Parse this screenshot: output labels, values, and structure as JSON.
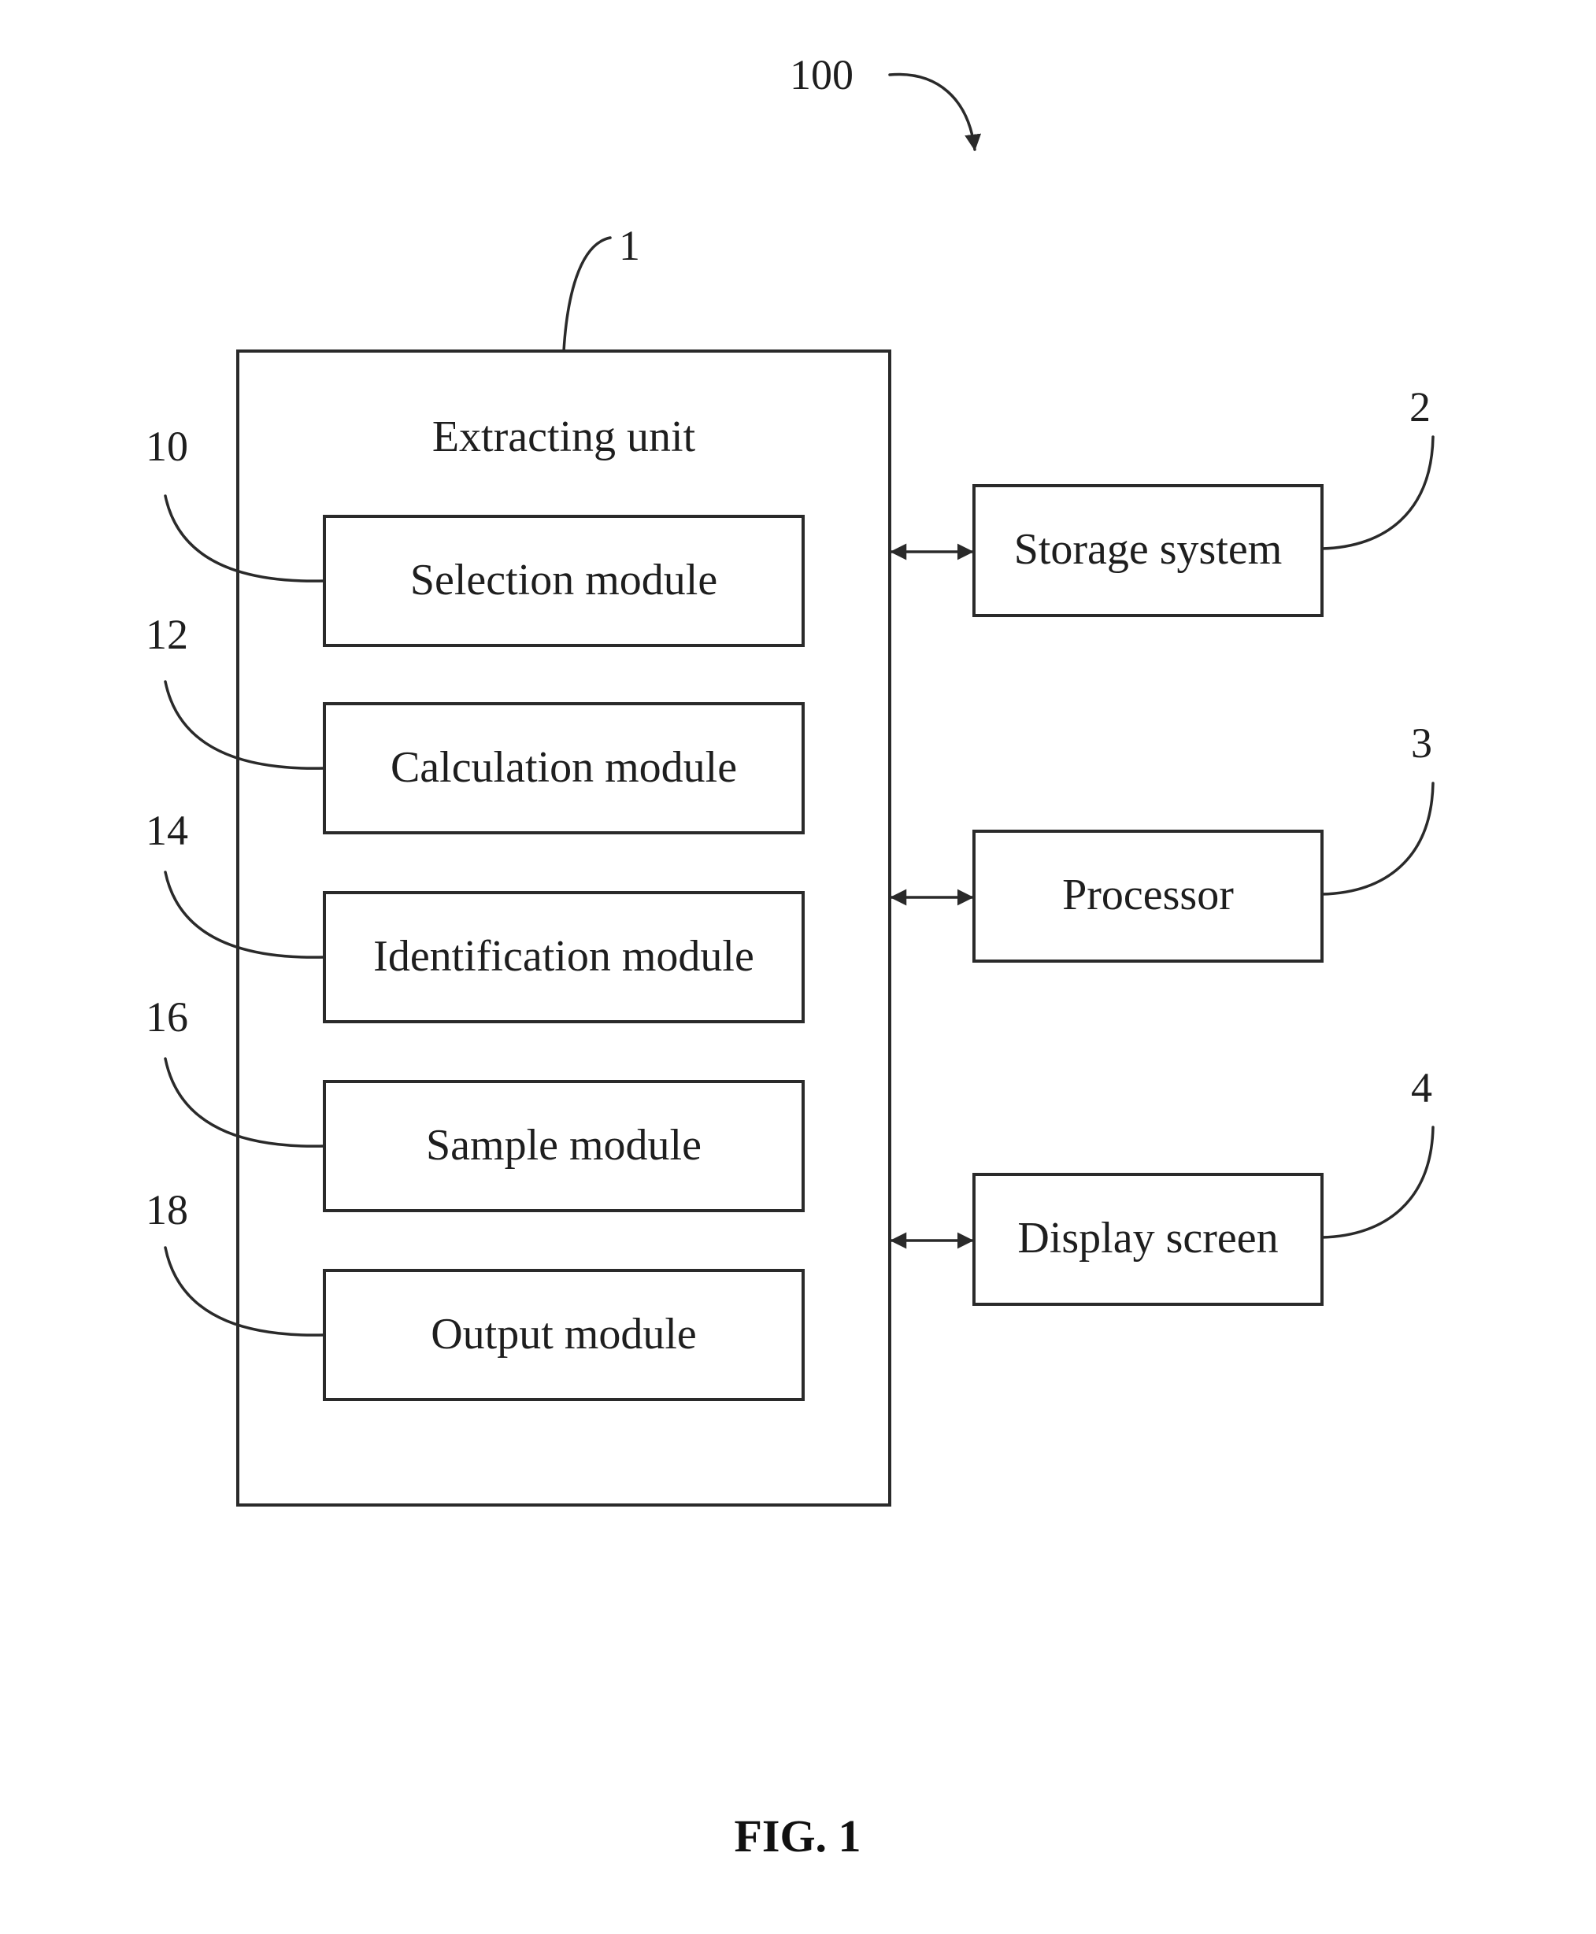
{
  "system": {
    "ref": "100"
  },
  "extracting_unit": {
    "ref": "1",
    "title": "Extracting unit",
    "modules": [
      {
        "ref": "10",
        "label": "Selection module"
      },
      {
        "ref": "12",
        "label": "Calculation module"
      },
      {
        "ref": "14",
        "label": "Identification module"
      },
      {
        "ref": "16",
        "label": "Sample module"
      },
      {
        "ref": "18",
        "label": "Output module"
      }
    ]
  },
  "peripherals": [
    {
      "ref": "2",
      "label": "Storage system"
    },
    {
      "ref": "3",
      "label": "Processor"
    },
    {
      "ref": "4",
      "label": "Display screen"
    }
  ],
  "caption": "FIG. 1"
}
